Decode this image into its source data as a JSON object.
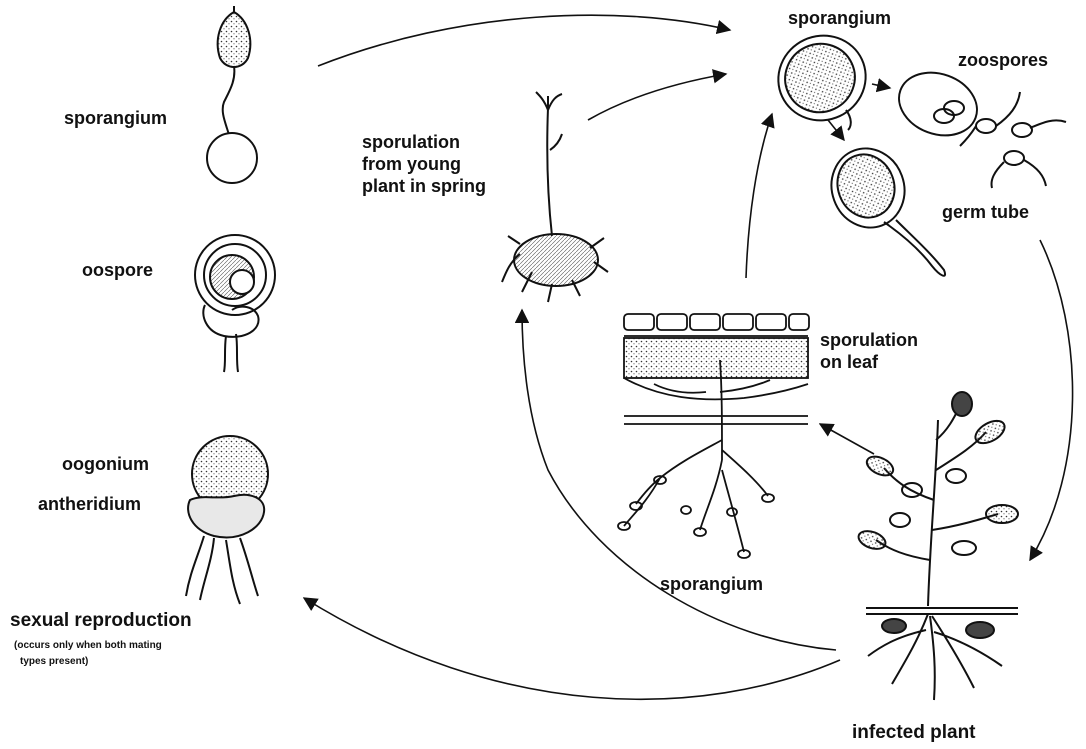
{
  "labels": {
    "sporangium_top_left": "sporangium",
    "oospore": "oospore",
    "oogonium": "oogonium",
    "antheridium": "antheridium",
    "sexual_reproduction": "sexual reproduction",
    "sexual_note_line1": "(occurs only when both mating",
    "sexual_note_line2": "types present)",
    "sporulation_spring_line1": "sporulation",
    "sporulation_spring_line2": "from young",
    "sporulation_spring_line3": "plant in spring",
    "sporangium_top_right": "sporangium",
    "zoospores": "zoospores",
    "germ_tube": "germ tube",
    "sporulation_leaf_line1": "sporulation",
    "sporulation_leaf_line2": "on leaf",
    "sporangium_bottom": "sporangium",
    "infected_plant": "infected plant"
  },
  "colors": {
    "ink": "#111111",
    "background": "#ffffff"
  }
}
